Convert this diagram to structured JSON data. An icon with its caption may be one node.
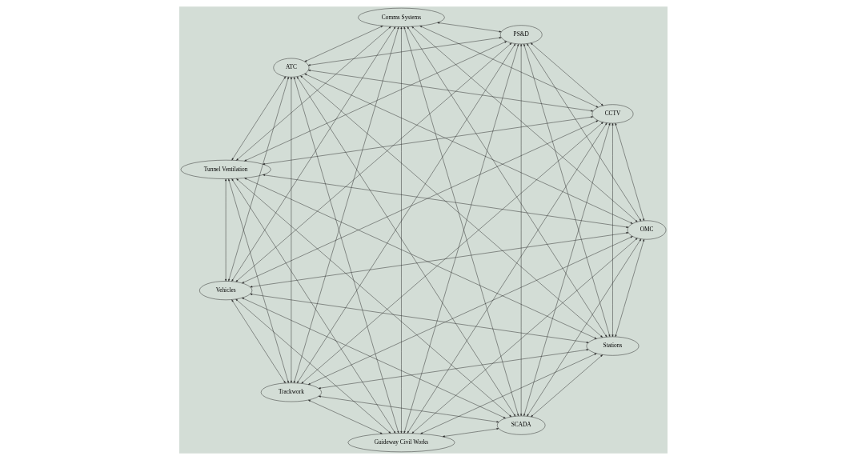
{
  "diagram": {
    "nodes": [
      {
        "text": [
          "Stations"
        ]
      },
      {
        "text": [
          "OMC"
        ]
      },
      {
        "text": [
          "Guideway Civil Works"
        ]
      },
      {
        "text": [
          "Trackwork"
        ]
      },
      {
        "text": [
          "Vehicles"
        ]
      },
      {
        "text": [
          "Tunnel Ventilation"
        ]
      },
      {
        "text": [
          "ATC"
        ]
      },
      {
        "text": [
          "Comms Systems"
        ]
      },
      {
        "text": [
          "PS&D"
        ]
      },
      {
        "text": [
          "CCTV"
        ]
      },
      {
        "text": [
          "SCADA"
        ]
      }
    ],
    "edges": [
      {
        "from": 0,
        "to": 1,
        "arrow": "both"
      },
      {
        "from": 0,
        "to": 2,
        "arrow": "both"
      },
      {
        "from": 0,
        "to": 3,
        "arrow": "both"
      },
      {
        "from": 0,
        "to": 4,
        "arrow": "both"
      },
      {
        "from": 0,
        "to": 5,
        "arrow": "both"
      },
      {
        "from": 0,
        "to": 6,
        "arrow": "both"
      },
      {
        "from": 0,
        "to": 7,
        "arrow": "both"
      },
      {
        "from": 0,
        "to": 8,
        "arrow": "both"
      },
      {
        "from": 0,
        "to": 9,
        "arrow": "both"
      },
      {
        "from": 0,
        "to": 10,
        "arrow": "both"
      },
      {
        "from": 1,
        "to": 2,
        "arrow": "both"
      },
      {
        "from": 1,
        "to": 3,
        "arrow": "both"
      },
      {
        "from": 1,
        "to": 4,
        "arrow": "both"
      },
      {
        "from": 1,
        "to": 5,
        "arrow": "both"
      },
      {
        "from": 1,
        "to": 6,
        "arrow": "both"
      },
      {
        "from": 1,
        "to": 7,
        "arrow": "both"
      },
      {
        "from": 1,
        "to": 8,
        "arrow": "both"
      },
      {
        "from": 1,
        "to": 9,
        "arrow": "both"
      },
      {
        "from": 1,
        "to": 10,
        "arrow": "both"
      },
      {
        "from": 2,
        "to": 3,
        "arrow": "both"
      },
      {
        "from": 2,
        "to": 4,
        "arrow": "both"
      },
      {
        "from": 2,
        "to": 5,
        "arrow": "both"
      },
      {
        "from": 2,
        "to": 6,
        "arrow": "both"
      },
      {
        "from": 2,
        "to": 7,
        "arrow": "both"
      },
      {
        "from": 2,
        "to": 8,
        "arrow": "both"
      },
      {
        "from": 2,
        "to": 9,
        "arrow": "both"
      },
      {
        "from": 2,
        "to": 10,
        "arrow": "both"
      },
      {
        "from": 3,
        "to": 4,
        "arrow": "both"
      },
      {
        "from": 3,
        "to": 5,
        "arrow": "both"
      },
      {
        "from": 3,
        "to": 6,
        "arrow": "both"
      },
      {
        "from": 3,
        "to": 7,
        "arrow": "both"
      },
      {
        "from": 3,
        "to": 8,
        "arrow": "both"
      },
      {
        "from": 3,
        "to": 9,
        "arrow": "both"
      },
      {
        "from": 3,
        "to": 10,
        "arrow": "both"
      },
      {
        "from": 4,
        "to": 5,
        "arrow": "both"
      },
      {
        "from": 4,
        "to": 6,
        "arrow": "both"
      },
      {
        "from": 4,
        "to": 7,
        "arrow": "both"
      },
      {
        "from": 4,
        "to": 8,
        "arrow": "both"
      },
      {
        "from": 4,
        "to": 9,
        "arrow": "both"
      },
      {
        "from": 4,
        "to": 10,
        "arrow": "both"
      },
      {
        "from": 5,
        "to": 6,
        "arrow": "both"
      },
      {
        "from": 5,
        "to": 7,
        "arrow": "both"
      },
      {
        "from": 5,
        "to": 8,
        "arrow": "both"
      },
      {
        "from": 5,
        "to": 9,
        "arrow": "both"
      },
      {
        "from": 5,
        "to": 10,
        "arrow": "both"
      },
      {
        "from": 6,
        "to": 7,
        "arrow": "both"
      },
      {
        "from": 6,
        "to": 8,
        "arrow": "both"
      },
      {
        "from": 6,
        "to": 9,
        "arrow": "both"
      },
      {
        "from": 6,
        "to": 10,
        "arrow": "both"
      },
      {
        "from": 7,
        "to": 8,
        "arrow": "both"
      },
      {
        "from": 7,
        "to": 9,
        "arrow": "both"
      },
      {
        "from": 7,
        "to": 10,
        "arrow": "both"
      },
      {
        "from": 8,
        "to": 9,
        "arrow": "both"
      },
      {
        "from": 8,
        "to": 10,
        "arrow": "both"
      },
      {
        "from": 9,
        "to": 10,
        "arrow": "both"
      }
    ]
  }
}
